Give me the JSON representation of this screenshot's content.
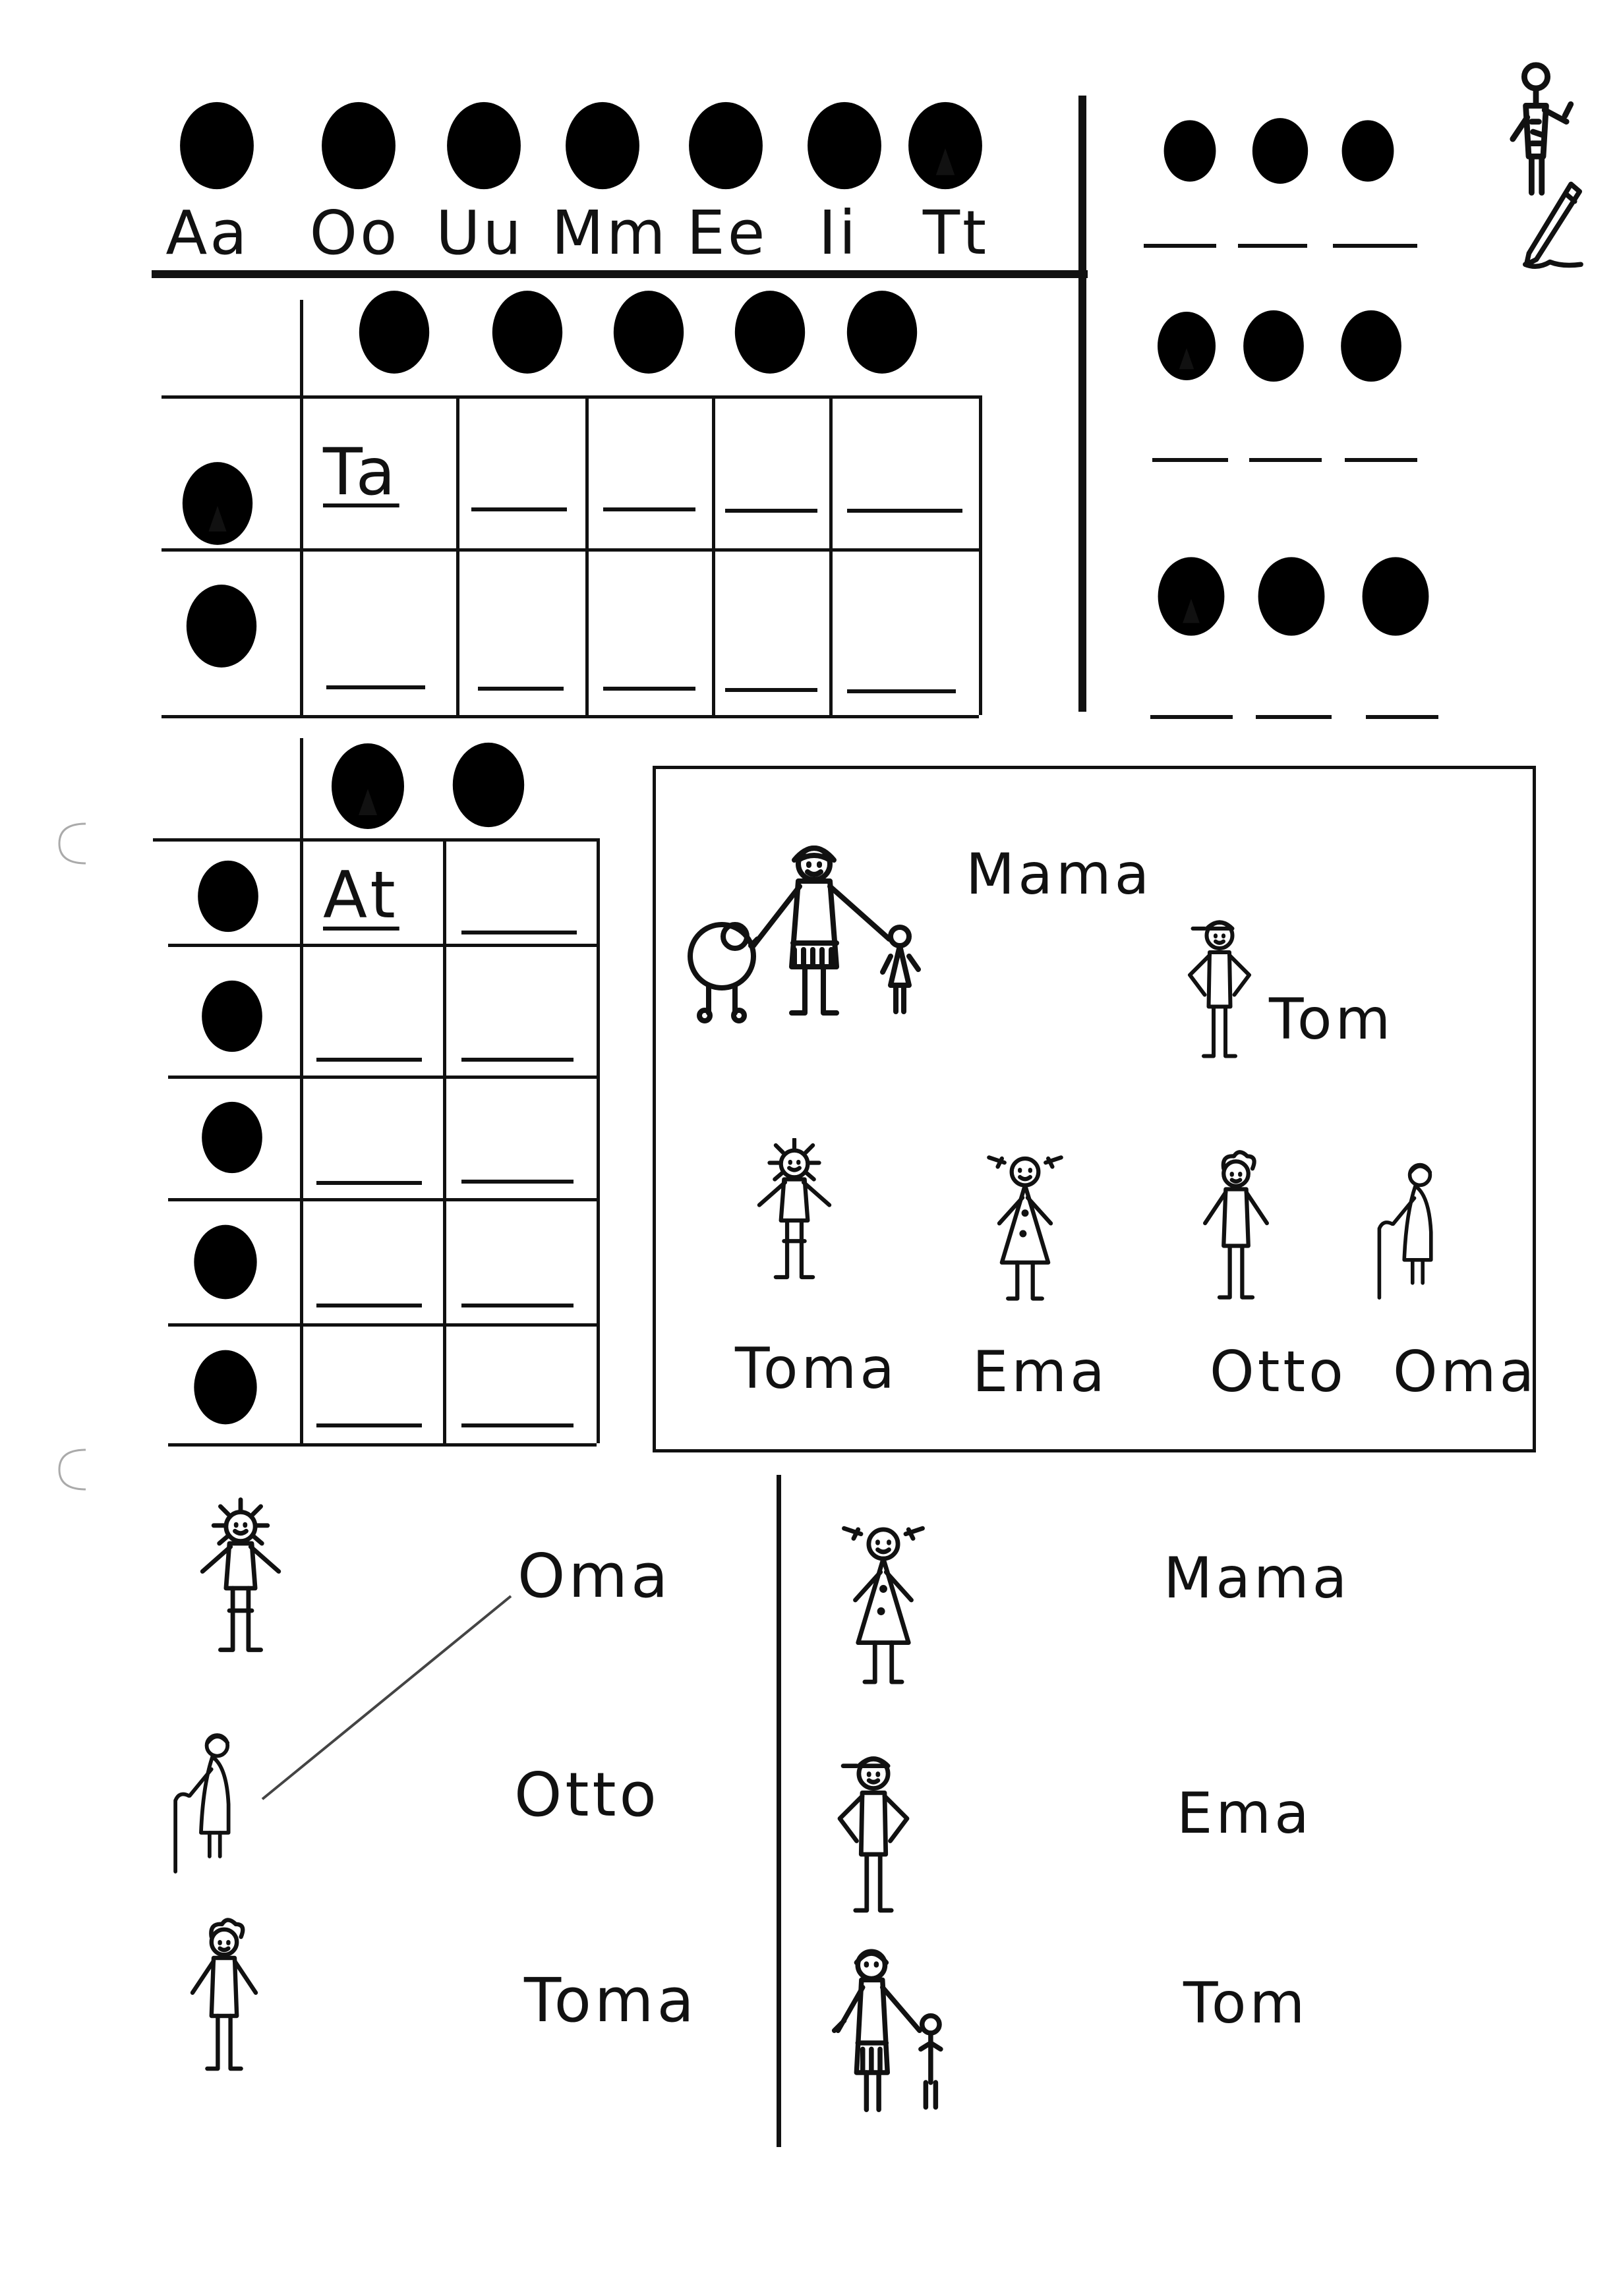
{
  "alphabet": {
    "letters": [
      "Aa",
      "Oo",
      "Uu",
      "Mm",
      "Ee",
      "Ii",
      "Tt"
    ],
    "mouth_shapes": [
      "a",
      "o",
      "u",
      "m",
      "e",
      "i",
      "t"
    ]
  },
  "syllable_table_1": {
    "column_sounds": [
      "o",
      "o",
      "u",
      "e",
      "i"
    ],
    "row_sounds": [
      "t",
      "m"
    ],
    "example": "Ta"
  },
  "syllable_table_2": {
    "column_sounds": [
      "t",
      "m"
    ],
    "row_sounds": [
      "o",
      "o",
      "u",
      "e",
      "i"
    ],
    "example": "At"
  },
  "sound_groups": [
    {
      "sounds": [
        "o",
        "m",
        "o"
      ]
    },
    {
      "sounds": [
        "t",
        "i",
        "m"
      ]
    },
    {
      "sounds": [
        "t",
        "o",
        "m"
      ]
    }
  ],
  "picture_box": {
    "names": [
      "Mama",
      "Tom",
      "Toma",
      "Ema",
      "Otto",
      "Oma"
    ]
  },
  "matching_left": {
    "words": [
      "Oma",
      "Otto",
      "Toma"
    ]
  },
  "matching_right": {
    "words": [
      "Mama",
      "Ema",
      "Tom"
    ]
  },
  "icons": {
    "instruction_figure": "stick-figure-pointing-icon",
    "instruction_pen": "pen-icon"
  }
}
